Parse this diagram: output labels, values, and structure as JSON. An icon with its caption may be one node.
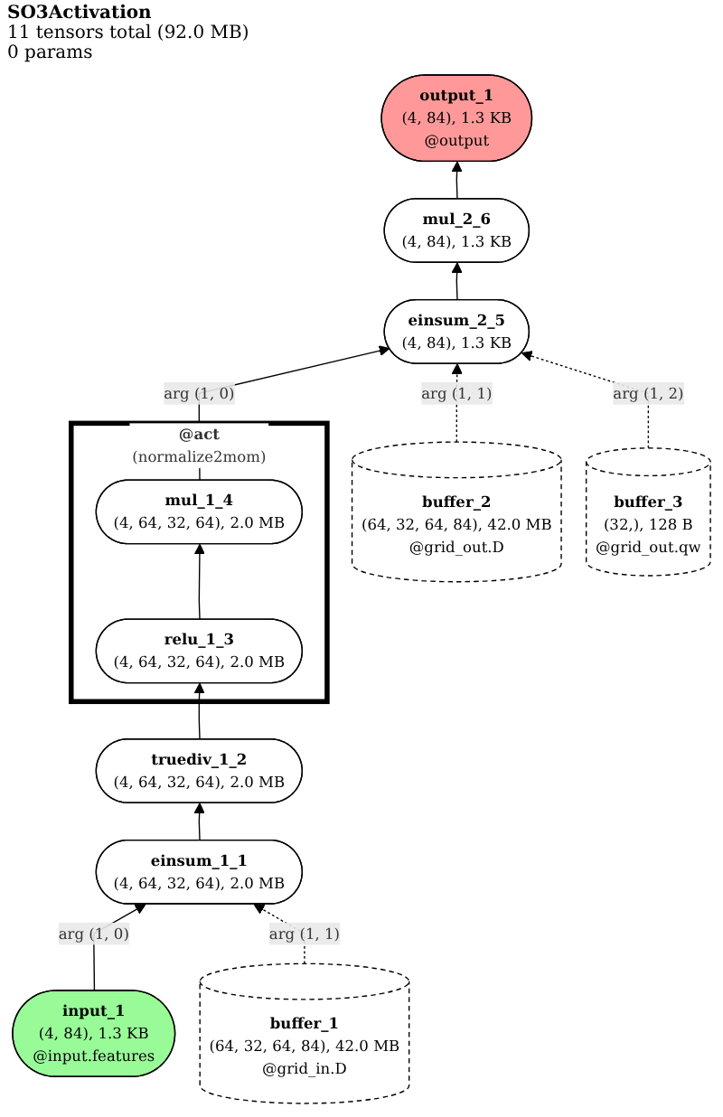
{
  "diagram": {
    "title": "SO3Activation",
    "nodes": [
      {
        "text": [
          "output_1",
          "(4, 84), 1.3 KB",
          "@output"
        ]
      },
      {
        "text": [
          "mul_2_6",
          "(4, 84), 1.3 KB"
        ]
      },
      {
        "text": [
          "einsum_2_5",
          "(4, 84), 1.3 KB"
        ]
      },
      {
        "text": [
          "@act",
          "(normalize2mom)"
        ]
      },
      {
        "text": [
          "mul_1_4",
          "(4, 64, 32, 64), 2.0 MB"
        ],
        "in": 3
      },
      {
        "text": [
          "buffer_2",
          "(64, 32, 64, 84), 42.0 MB",
          "@grid_out.D"
        ]
      },
      {
        "text": [
          "buffer_3",
          "(32,), 128 B",
          "@grid_out.qw"
        ]
      },
      {
        "text": [
          "relu_1_3",
          "(4, 64, 32, 64), 2.0 MB"
        ],
        "in": 3
      },
      {
        "text": [
          "truediv_1_2",
          "(4, 64, 32, 64), 2.0 MB"
        ]
      },
      {
        "text": [
          "einsum_1_1",
          "(4, 64, 32, 64), 2.0 MB"
        ]
      },
      {
        "text": [
          "input_1",
          "(4, 84), 1.3 KB",
          "@input.features"
        ]
      },
      {
        "text": [
          "buffer_1",
          "(64, 32, 64, 84), 42.0 MB",
          "@grid_in.D"
        ]
      }
    ],
    "edges": [
      {
        "from": 1,
        "to": 0,
        "arrow": "to"
      },
      {
        "from": 2,
        "to": 1,
        "arrow": "to"
      },
      {
        "from": 4,
        "to": 2,
        "arrow": "to",
        "label": "arg (1, 0)"
      },
      {
        "from": 5,
        "to": 2,
        "arrow": "to",
        "label": "arg (1, 1)",
        "style": "dashed"
      },
      {
        "from": 6,
        "to": 2,
        "arrow": "to",
        "label": "arg (1, 2)",
        "style": "dashed"
      },
      {
        "from": 7,
        "to": 4,
        "arrow": "to"
      },
      {
        "from": 8,
        "to": 7,
        "arrow": "to"
      },
      {
        "from": 9,
        "to": 8,
        "arrow": "to"
      },
      {
        "from": 10,
        "to": 9,
        "arrow": "to",
        "label": "arg (1, 0)"
      },
      {
        "from": 11,
        "to": 9,
        "arrow": "to",
        "label": "arg (1, 1)",
        "style": "dashed"
      }
    ],
    "labels": [
      "11 tensors total (92.0 MB)",
      "0 params"
    ]
  }
}
